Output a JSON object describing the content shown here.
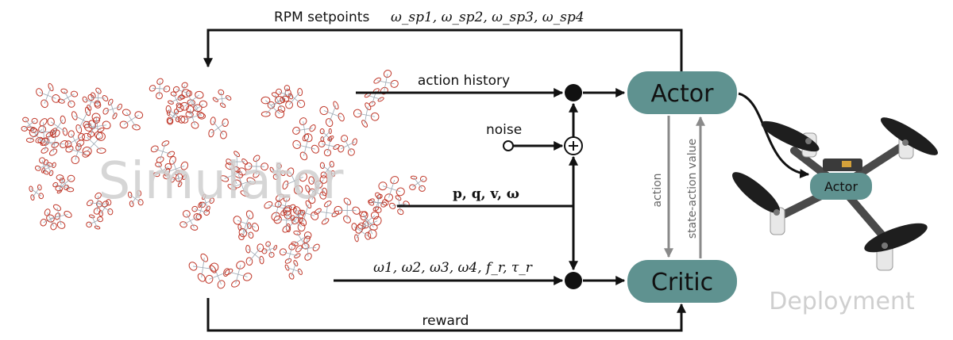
{
  "simulator": {
    "watermark": "Simulator"
  },
  "deployment": {
    "watermark": "Deployment",
    "drone_label": "Actor"
  },
  "nodes": {
    "actor": "Actor",
    "critic": "Critic"
  },
  "edges": {
    "rpm_setpoints": {
      "text": "RPM setpoints",
      "math": "ω_sp1, ω_sp2, ω_sp3, ω_sp4"
    },
    "action_history": "action history",
    "noise": "noise",
    "state": "p, q, v, ω",
    "sensors": "ω1, ω2, ω3, ω4, f_r, τ_r",
    "reward": "reward",
    "action": "action",
    "state_action_value": "state-action value"
  },
  "colors": {
    "node_fill": "#5f9290",
    "sim_swarm": "#c0392b",
    "watermark": "#cfcfcf",
    "feedback_arrow": "#8a8a8a",
    "drone_body": "#2a2a2a"
  }
}
